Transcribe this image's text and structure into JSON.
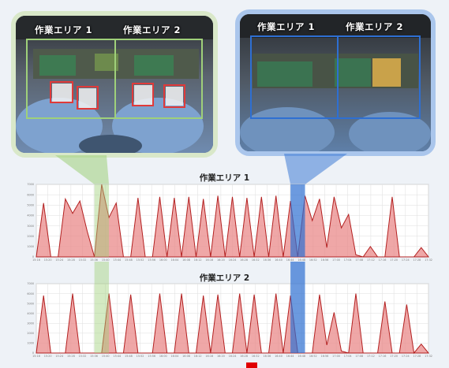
{
  "cameras": [
    {
      "zone_labels": [
        "作業エリア 1",
        "作業エリア 2"
      ],
      "frame_color": "#9fd07a",
      "hand_box_color": "#e03a3a"
    },
    {
      "zone_labels": [
        "作業エリア 1",
        "作業エリア 2"
      ],
      "frame_color": "#2e6fd2"
    }
  ],
  "chart_data": [
    {
      "type": "area",
      "title": "作業エリア 1",
      "xlabel": "",
      "ylabel": "",
      "x": [
        "15:16",
        "15:20",
        "15:24",
        "15:28",
        "15:32",
        "15:36",
        "15:40",
        "15:44",
        "15:48",
        "15:52",
        "15:56",
        "16:00",
        "16:04",
        "16:08",
        "16:12",
        "16:16",
        "16:20",
        "16:24",
        "16:28",
        "16:32",
        "16:36",
        "16:40",
        "16:44",
        "16:48",
        "16:52",
        "16:56",
        "17:00",
        "17:04",
        "17:08",
        "17:12",
        "17:16",
        "17:20",
        "17:24",
        "17:28",
        "17:32"
      ],
      "yticks": [
        "0",
        "1000",
        "2000",
        "3000",
        "4000",
        "5000",
        "6000",
        "7000"
      ],
      "ylim": [
        0,
        7000
      ],
      "grid": true,
      "series": [
        {
          "color": "#e98a8a",
          "values": [
            0,
            5200,
            0,
            0,
            5600,
            4200,
            5400,
            2500,
            0,
            7000,
            3800,
            5200,
            0,
            0,
            5700,
            0,
            0,
            5800,
            0,
            5700,
            0,
            5800,
            0,
            5600,
            0,
            5900,
            0,
            5800,
            0,
            5700,
            0,
            5800,
            0,
            5900,
            0,
            5400,
            0,
            5900,
            3500,
            5600,
            900,
            5800,
            2800,
            4100,
            200,
            0,
            1000,
            0,
            0,
            5800,
            0,
            0,
            0,
            900,
            0
          ]
        }
      ],
      "highlight_bands": [
        {
          "from_index": 8,
          "to_index": 10,
          "color": "#9fd07a"
        },
        {
          "from_index": 35,
          "to_index": 37,
          "color": "#2e6fd2"
        }
      ]
    },
    {
      "type": "area",
      "title": "作業エリア 2",
      "xlabel": "",
      "ylabel": "",
      "x": [
        "15:16",
        "15:20",
        "15:24",
        "15:28",
        "15:32",
        "15:36",
        "15:40",
        "15:44",
        "15:48",
        "15:52",
        "15:56",
        "16:00",
        "16:04",
        "16:08",
        "16:12",
        "16:16",
        "16:20",
        "16:24",
        "16:28",
        "16:32",
        "16:36",
        "16:40",
        "16:44",
        "16:48",
        "16:52",
        "16:56",
        "17:00",
        "17:04",
        "17:08",
        "17:12",
        "17:16",
        "17:20",
        "17:24",
        "17:28",
        "17:32"
      ],
      "yticks": [
        "0",
        "1000",
        "2000",
        "3000",
        "4000",
        "5000",
        "6000",
        "7000"
      ],
      "ylim": [
        0,
        7000
      ],
      "grid": true,
      "series": [
        {
          "color": "#e98a8a",
          "values": [
            0,
            5800,
            0,
            0,
            0,
            6000,
            0,
            0,
            0,
            0,
            6000,
            0,
            0,
            5900,
            0,
            0,
            0,
            6000,
            0,
            0,
            6000,
            0,
            0,
            5800,
            0,
            5900,
            0,
            0,
            6000,
            0,
            5900,
            0,
            0,
            6000,
            0,
            5800,
            0,
            0,
            0,
            5900,
            800,
            4100,
            200,
            0,
            6000,
            0,
            0,
            0,
            5200,
            0,
            0,
            4900,
            0,
            900,
            0
          ]
        }
      ],
      "highlight_bands": [
        {
          "from_index": 8,
          "to_index": 10,
          "color": "#9fd07a"
        },
        {
          "from_index": 35,
          "to_index": 37,
          "color": "#2e6fd2"
        }
      ]
    }
  ]
}
